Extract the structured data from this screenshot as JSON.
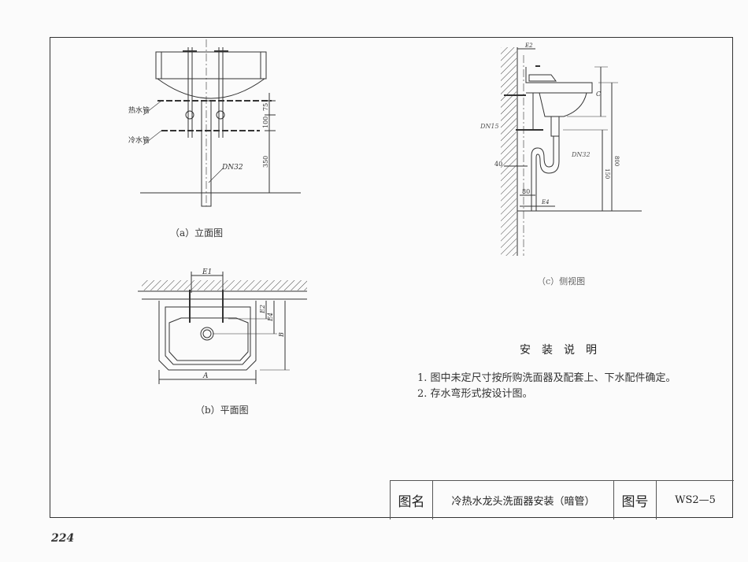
{
  "views": {
    "elevation": {
      "caption": "（a）立面图",
      "hot_pipe_label": "热水管",
      "cold_pipe_label": "冷水管",
      "drain_label": "DN32",
      "dims": [
        "75",
        "100",
        "350"
      ]
    },
    "plan": {
      "caption": "（b）平面图",
      "dims": {
        "e1": "E1",
        "e2": "E2",
        "e4": "E4",
        "b": "B",
        "a": "A"
      }
    },
    "side": {
      "caption": "（c）侧视图",
      "supply_label": "DN15",
      "drain_label": "DN32",
      "dims": {
        "e2": "E2",
        "c": "C",
        "h800": "800",
        "h150": "150",
        "d40": "40",
        "d80": "80",
        "e4": "E4"
      }
    }
  },
  "notes": {
    "title": "安装说明",
    "items": [
      "1. 图中未定尺寸按所购洗面器及配套上、下水配件确定。",
      "2. 存水弯形式按设计图。"
    ]
  },
  "title_block": {
    "name_label": "图名",
    "name_value": "冷热水龙头洗面器安装（暗管）",
    "number_label": "图号",
    "number_value": "WS2—5"
  },
  "page_number": "224"
}
